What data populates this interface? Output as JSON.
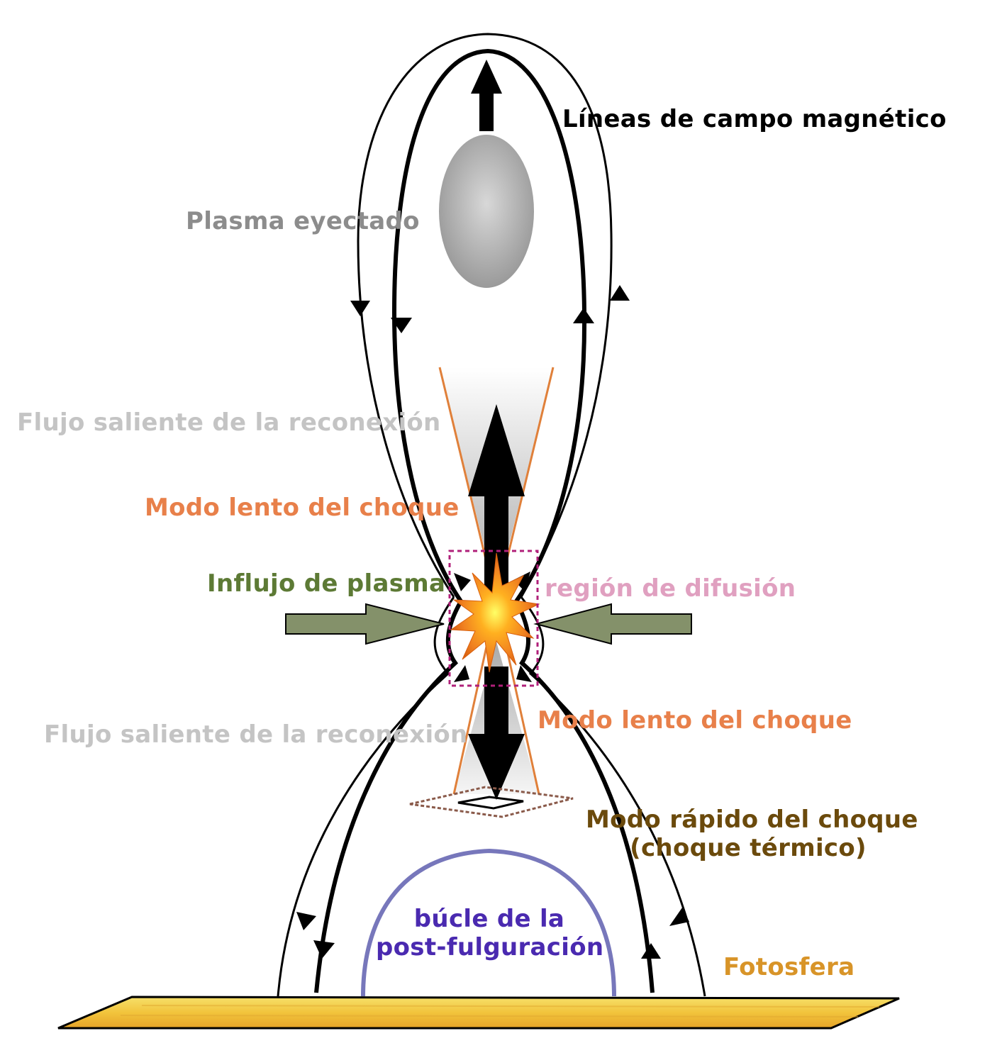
{
  "labels": {
    "magnetic_field_lines": "Líneas de campo magnético",
    "ejected_plasma": "Plasma eyectado",
    "outflow_top": "Flujo saliente de la reconexión",
    "slow_shock_top": "Modo lento del choque",
    "plasma_inflow": "Influjo de plasma",
    "diffusion_region": "región de difusión",
    "outflow_bottom": "Flujo saliente de la reconexión",
    "slow_shock_bottom": "Modo lento del choque",
    "fast_shock_line1": "Modo rápido del choque",
    "fast_shock_line2": "(choque térmico)",
    "post_flare_loop_line1": "búcle de la",
    "post_flare_loop_line2": "post-fulguración",
    "photosphere": "Fotosfera"
  },
  "colors": {
    "magnetic_field_lines": "#000000",
    "ejected_plasma": "#8c8c8c",
    "outflow": "#c4c4c4",
    "slow_shock": "#e8804a",
    "plasma_inflow": "#5d7a35",
    "inflow_arrow_fill": "#84916a",
    "diffusion_region": "#e0a0c0",
    "diffusion_box": "#b0207a",
    "fast_shock": "#6b4a0c",
    "post_flare_loop": "#4a2ab0",
    "post_flare_loop_stroke": "#7777bb",
    "photosphere": "#d89428",
    "photosphere_fill": "#f0c040"
  }
}
